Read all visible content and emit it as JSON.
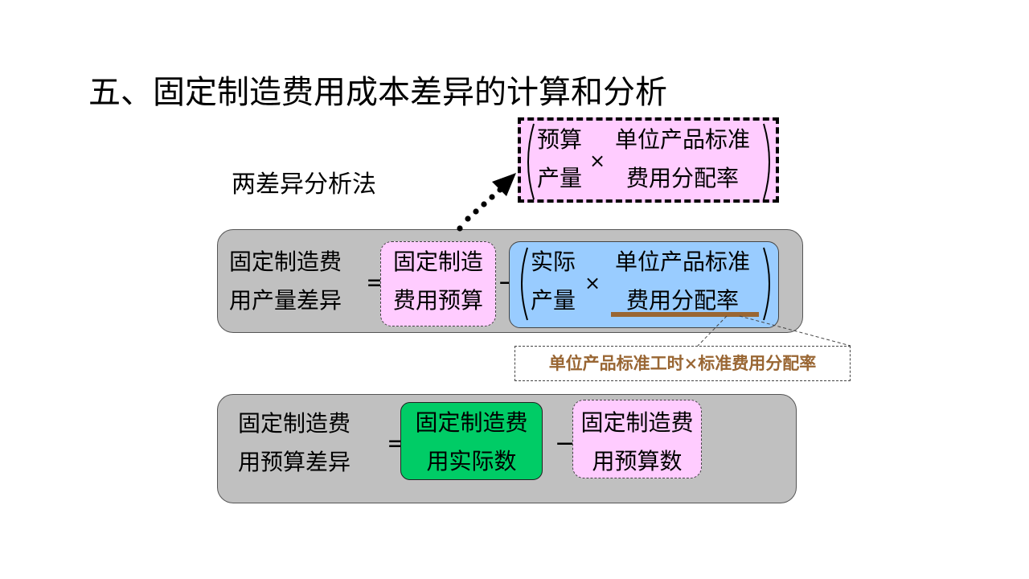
{
  "title": "五、固定制造费用成本差异的计算和分析",
  "method_label": "两差异分析法",
  "budget_formula": {
    "left_line1": "预算",
    "left_line2": "产量",
    "times": "×",
    "right_line1": "单位产品标准",
    "right_line2": "费用分配率"
  },
  "volume_variance": {
    "label_line1": "固定制造费",
    "label_line2": "用产量差异",
    "equals": "=",
    "budget_line1": "固定制造",
    "budget_line2": "费用预算",
    "minus": "−",
    "actual_line1": "实际",
    "actual_line2": "产量",
    "times": "×",
    "rate_line1": "单位产品标准",
    "rate_line2": "费用分配率"
  },
  "note": "单位产品标准工时×标准费用分配率",
  "budget_variance": {
    "label_line1": "固定制造费",
    "label_line2": "用预算差异",
    "equals": "=",
    "actual_line1": "固定制造费",
    "actual_line2": "用实际数",
    "minus": "−",
    "budget_line1": "固定制造费",
    "budget_line2": "用预算数"
  },
  "colors": {
    "panel_gray": "#c0c0c0",
    "pink": "#ffccff",
    "blue": "#99ccff",
    "green": "#00cc66",
    "note_brown": "#996633"
  }
}
